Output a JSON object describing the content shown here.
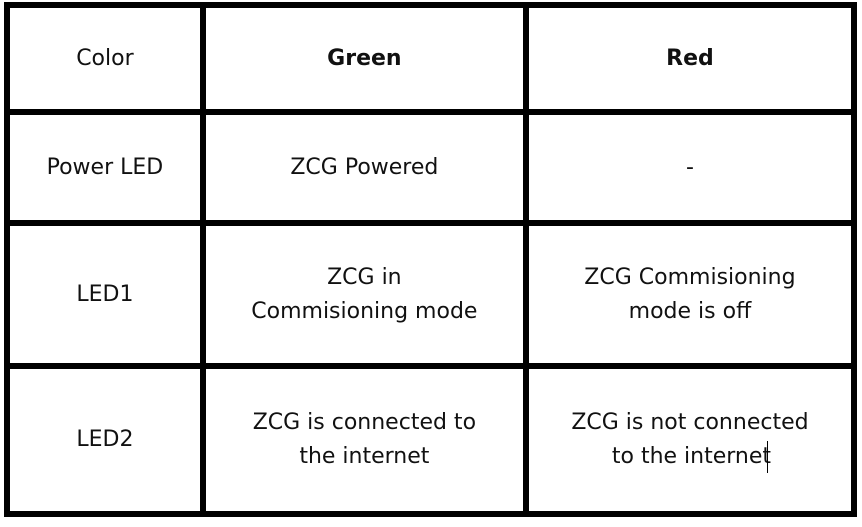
{
  "table": {
    "headers": [
      "Color",
      "Green",
      "Red"
    ],
    "rows": [
      {
        "label": "Power LED",
        "green": [
          "ZCG Powered"
        ],
        "red": [
          "-"
        ]
      },
      {
        "label": "LED1",
        "green": [
          "ZCG in",
          "Commisioning mode"
        ],
        "red": [
          "ZCG Commisioning",
          "mode is off"
        ]
      },
      {
        "label": "LED2",
        "green": [
          "ZCG is connected to",
          "the internet"
        ],
        "red": [
          "ZCG is not connected",
          "to the internet"
        ]
      }
    ]
  }
}
